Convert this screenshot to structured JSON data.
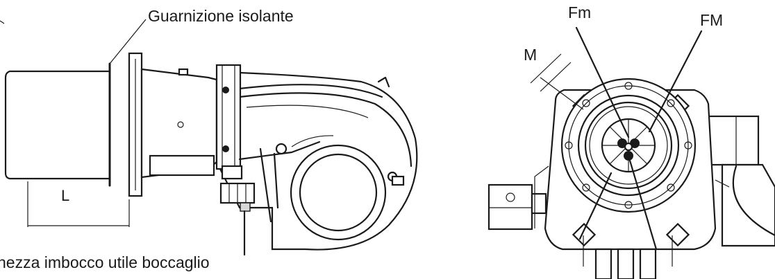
{
  "labels": {
    "gasket": "Guarnizione isolante",
    "length": "L",
    "caption": "hezza imbocco utile boccaglio",
    "fm_min": "Fm",
    "fm_max": "FM",
    "m": "M"
  }
}
